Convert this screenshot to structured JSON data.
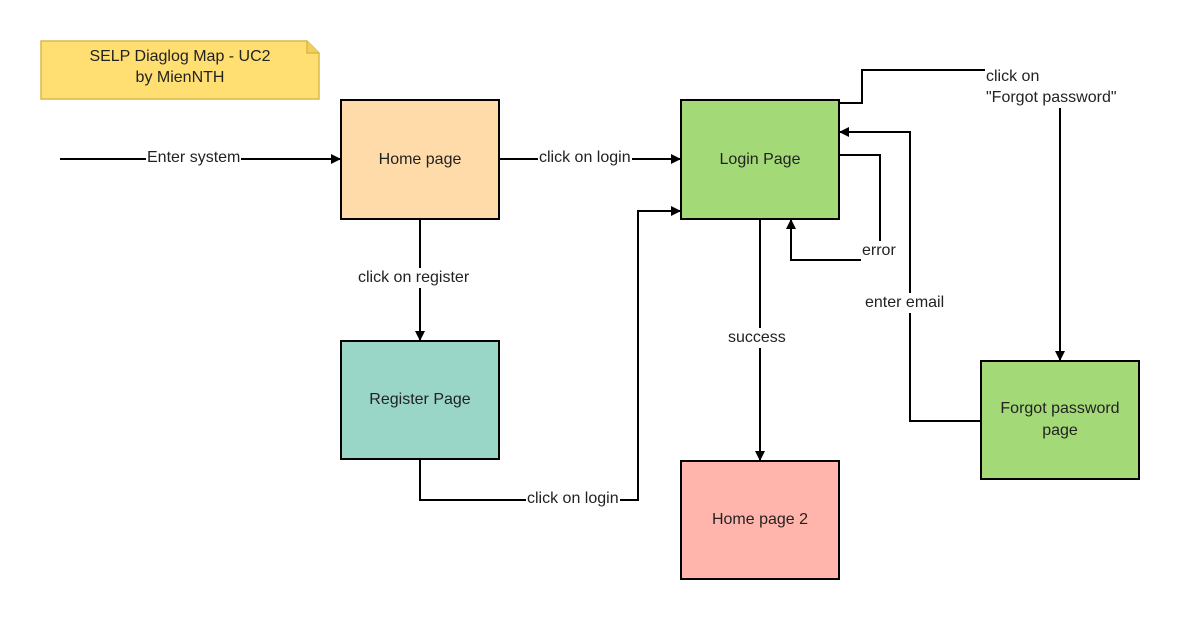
{
  "title_note": {
    "line1": "SELP Diaglog Map - UC2",
    "line2": "by MienNTH",
    "fill": "#ffdf71",
    "stroke": "#d9b84a"
  },
  "nodes": {
    "home": {
      "label": "Home page",
      "fill": "#ffdba9"
    },
    "login": {
      "label": "Login Page",
      "fill": "#a3d977"
    },
    "register": {
      "label": "Register Page",
      "fill": "#9ad6c8"
    },
    "home2": {
      "label": "Home page 2",
      "fill": "#ffb5ab"
    },
    "forgot": {
      "label": "Forgot password\npage",
      "fill": "#a3d977"
    }
  },
  "edges": {
    "enter_system": "Enter system",
    "click_login_home": "click on login",
    "click_register": "click on register",
    "click_login_register": "click on login",
    "success": "success",
    "error": "error",
    "click_forgot": "click on\n\"Forgot password\"",
    "enter_email": "enter email"
  },
  "colors": {
    "edge": "#000000",
    "node_border": "#000000"
  }
}
